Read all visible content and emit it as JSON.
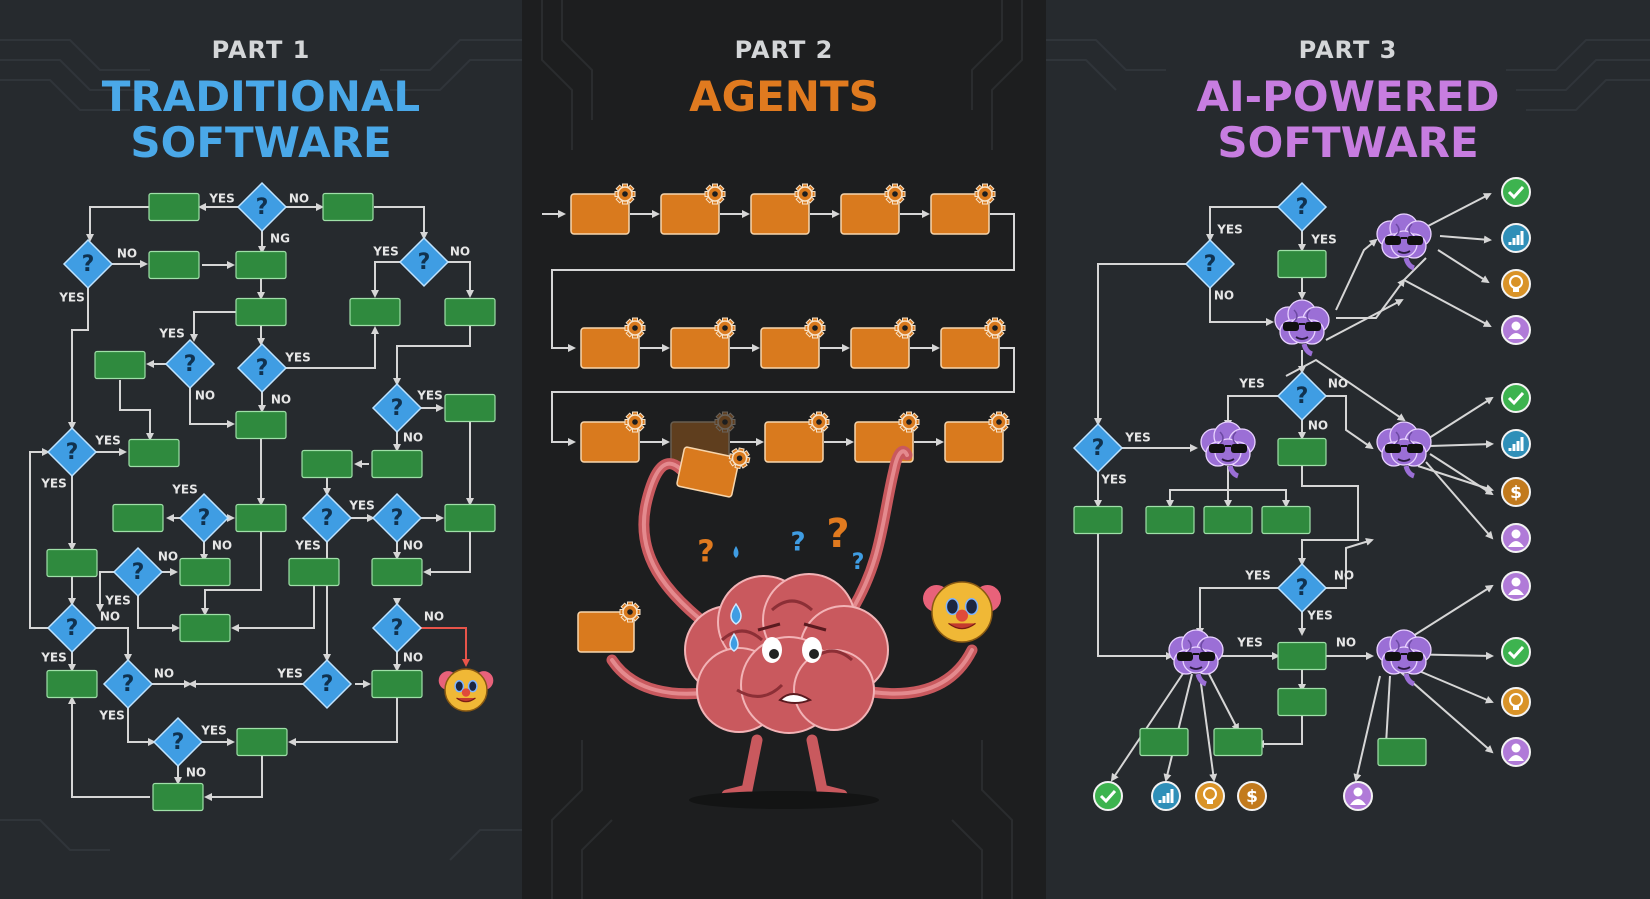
{
  "panels": [
    {
      "part_label": "PART 1",
      "title_lines": [
        "TRADITIONAL",
        "SOFTWARE"
      ],
      "title_color": "#4aa8e8",
      "background": "#262a2e"
    },
    {
      "part_label": "PART 2",
      "title_lines": [
        "AGENTS"
      ],
      "title_color": "#e07a1f",
      "background": "#1d1e1f"
    },
    {
      "part_label": "PART 3",
      "title_lines": [
        "AI-POWERED",
        "SOFTWARE"
      ],
      "title_color": "#c77de0",
      "background": "#262a2e"
    }
  ],
  "labels": {
    "yes": "YES",
    "no": "NO",
    "ng": "NG",
    "question": "?"
  },
  "colors": {
    "decision": "#3f9de3",
    "process": "#2f8a3e",
    "agent_box": "#d97a1e",
    "brain": "#9b6fd6",
    "brain_confused": "#c9595e",
    "clown": "#e04a3a",
    "arrow": "#d6d6d6",
    "error_arrow": "#e8544a",
    "check": "#3db34f",
    "chart": "#2f8fb8",
    "bulb": "#d99328",
    "dollar": "#c27a1d",
    "person": "#b07ad8"
  },
  "icons": [
    "question-diamond-icon",
    "gear-icon",
    "brain-icon",
    "clown-icon",
    "check-icon",
    "chart-icon",
    "lightbulb-icon",
    "dollar-icon",
    "person-icon",
    "teardrop-icon",
    "sunglasses-icon"
  ]
}
